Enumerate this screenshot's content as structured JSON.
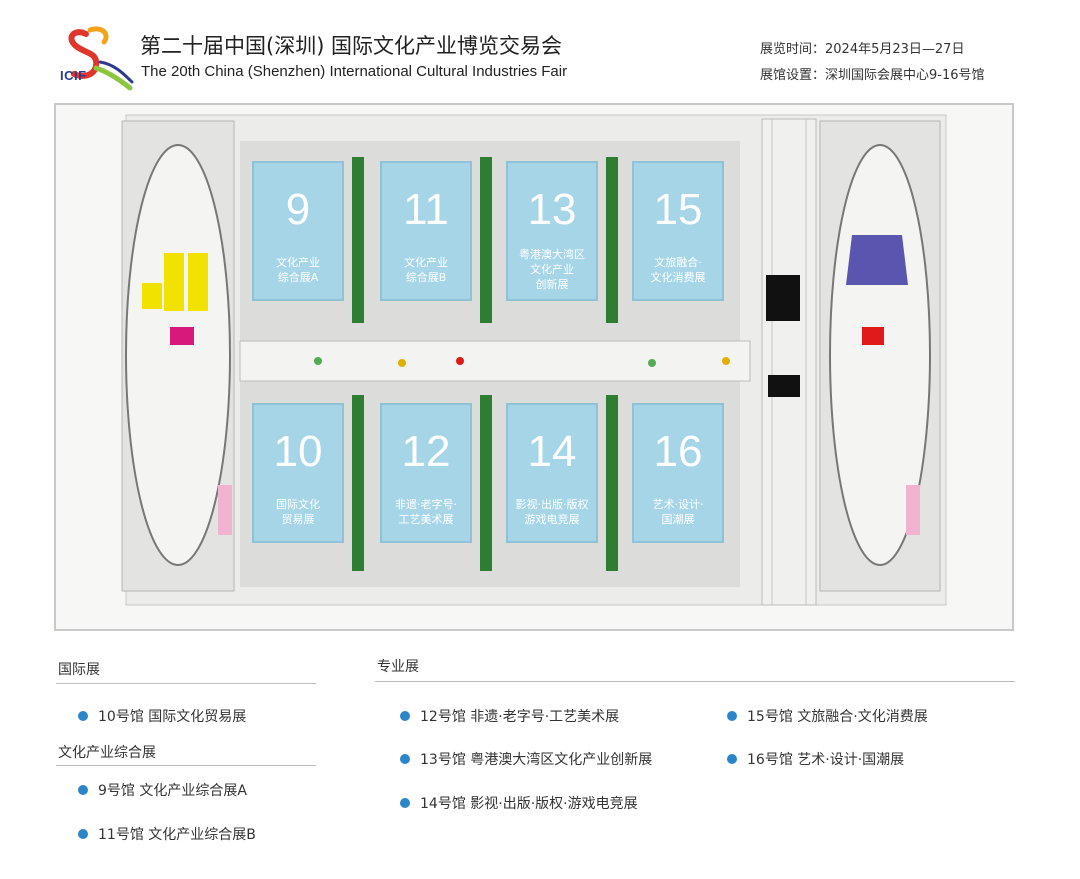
{
  "header": {
    "logo_text": "ICIF",
    "title_cn": "第二十届中国(深圳) 国际文化产业博览交易会",
    "title_en": "The 20th China (Shenzhen) International Cultural Industries Fair",
    "time_line": "展览时间：2024年5月23日—27日",
    "venue_line": "展馆设置：深圳国际会展中心9-16号馆"
  },
  "map": {
    "halls": [
      {
        "number": "9",
        "name": [
          "文化产业",
          "综合展A"
        ]
      },
      {
        "number": "11",
        "name": [
          "文化产业",
          "综合展B"
        ]
      },
      {
        "number": "13",
        "name": [
          "粤港澳大湾区",
          "文化产业",
          "创新展"
        ]
      },
      {
        "number": "15",
        "name": [
          "文旅融合·",
          "文化消费展"
        ]
      },
      {
        "number": "10",
        "name": [
          "国际文化",
          "贸易展"
        ]
      },
      {
        "number": "12",
        "name": [
          "非遗·老字号·",
          "工艺美术展"
        ]
      },
      {
        "number": "14",
        "name": [
          "影视·出版·版权",
          "游戏电竞展"
        ]
      },
      {
        "number": "16",
        "name": [
          "艺术·设计·",
          "国潮展"
        ]
      }
    ],
    "colors": {
      "hall_fill": "#a6d5e8",
      "green_strip": "#2e7d32",
      "yellow_block": "#f2e200",
      "magenta_block": "#d6197a",
      "purple_block": "#5a56b0",
      "red_block": "#e01a1a",
      "pink_strip": "#f1b3cf"
    }
  },
  "legend": {
    "international": {
      "title": "国际展",
      "items": [
        "10号馆 国际文化贸易展"
      ]
    },
    "comprehensive": {
      "title": "文化产业综合展",
      "items": [
        "9号馆 文化产业综合展A",
        "11号馆 文化产业综合展B"
      ]
    },
    "professional": {
      "title": "专业展",
      "items": [
        "12号馆 非遗·老字号·工艺美术展",
        "13号馆 粤港澳大湾区文化产业创新展",
        "14号馆 影视·出版·版权·游戏电竞展",
        "15号馆 文旅融合·文化消费展",
        "16号馆 艺术·设计·国潮展"
      ]
    },
    "dot_color": "#2a86c8"
  }
}
